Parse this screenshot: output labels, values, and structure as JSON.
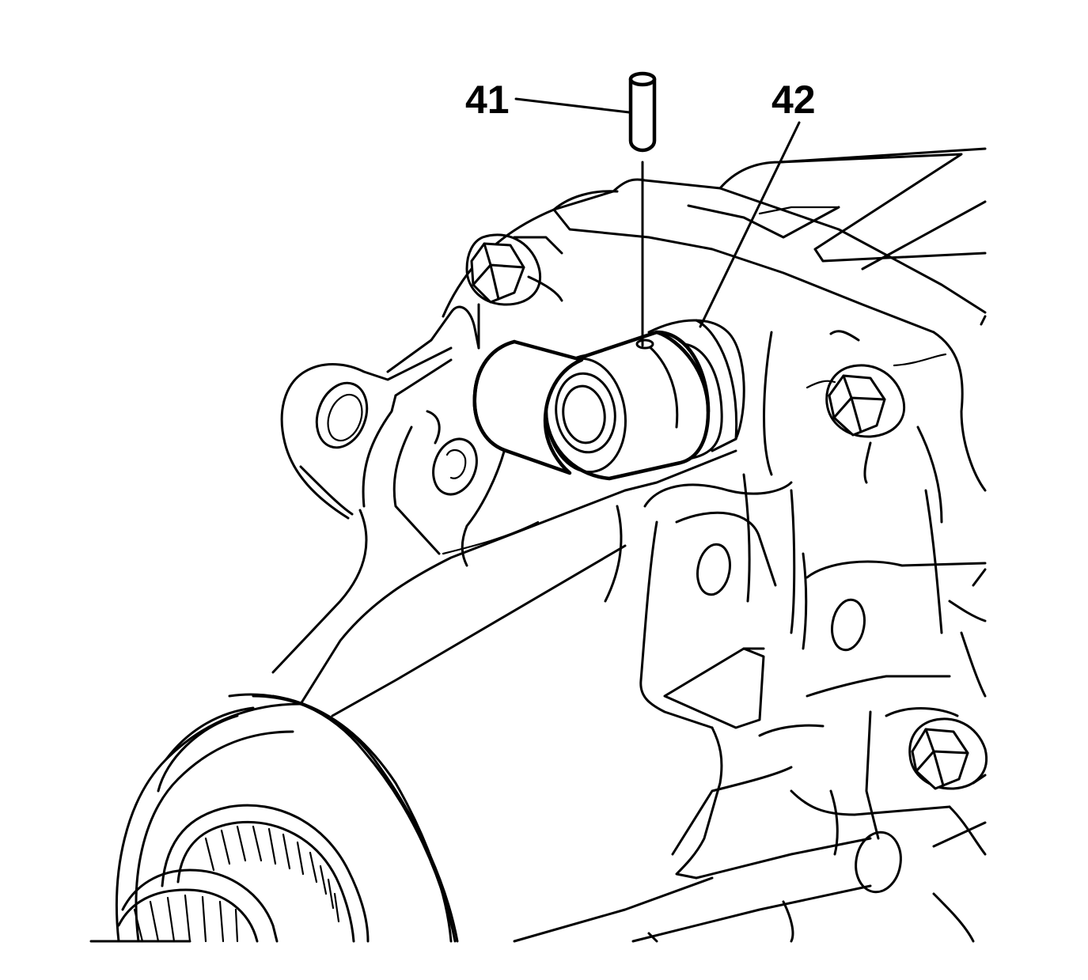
{
  "callouts": [
    {
      "id": "41",
      "label": "41"
    },
    {
      "id": "42",
      "label": "42"
    }
  ]
}
